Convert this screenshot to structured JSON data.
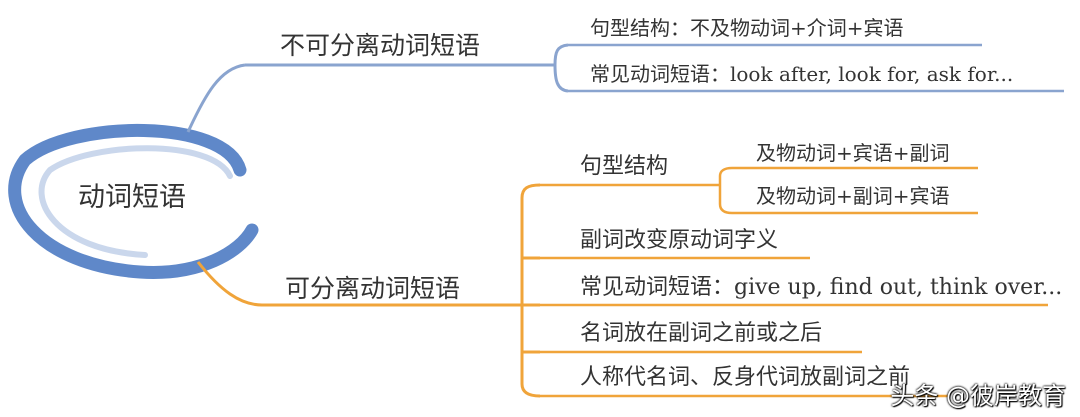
{
  "colors": {
    "blue": "#8aa4cf",
    "orange": "#f0a43a",
    "root_ring": "#5f88c9"
  },
  "root": {
    "label": "动词短语"
  },
  "branches": [
    {
      "label": "不可分离动词短语",
      "items": [
        {
          "label": "句型结构：不及物动词+介词+宾语"
        },
        {
          "label": "常见动词短语：look after, look for, ask for..."
        }
      ]
    },
    {
      "label": "可分离动词短语",
      "items": [
        {
          "label": "句型结构",
          "children": [
            {
              "label": "及物动词+宾语+副词"
            },
            {
              "label": "及物动词+副词+宾语"
            }
          ]
        },
        {
          "label": "副词改变原动词字义"
        },
        {
          "label": "常见动词短语：give up, find out, think over..."
        },
        {
          "label": "名词放在副词之前或之后"
        },
        {
          "label": "人称代名词、反身代词放副词之前"
        }
      ]
    }
  ],
  "watermark": "头条 @彼岸教育"
}
